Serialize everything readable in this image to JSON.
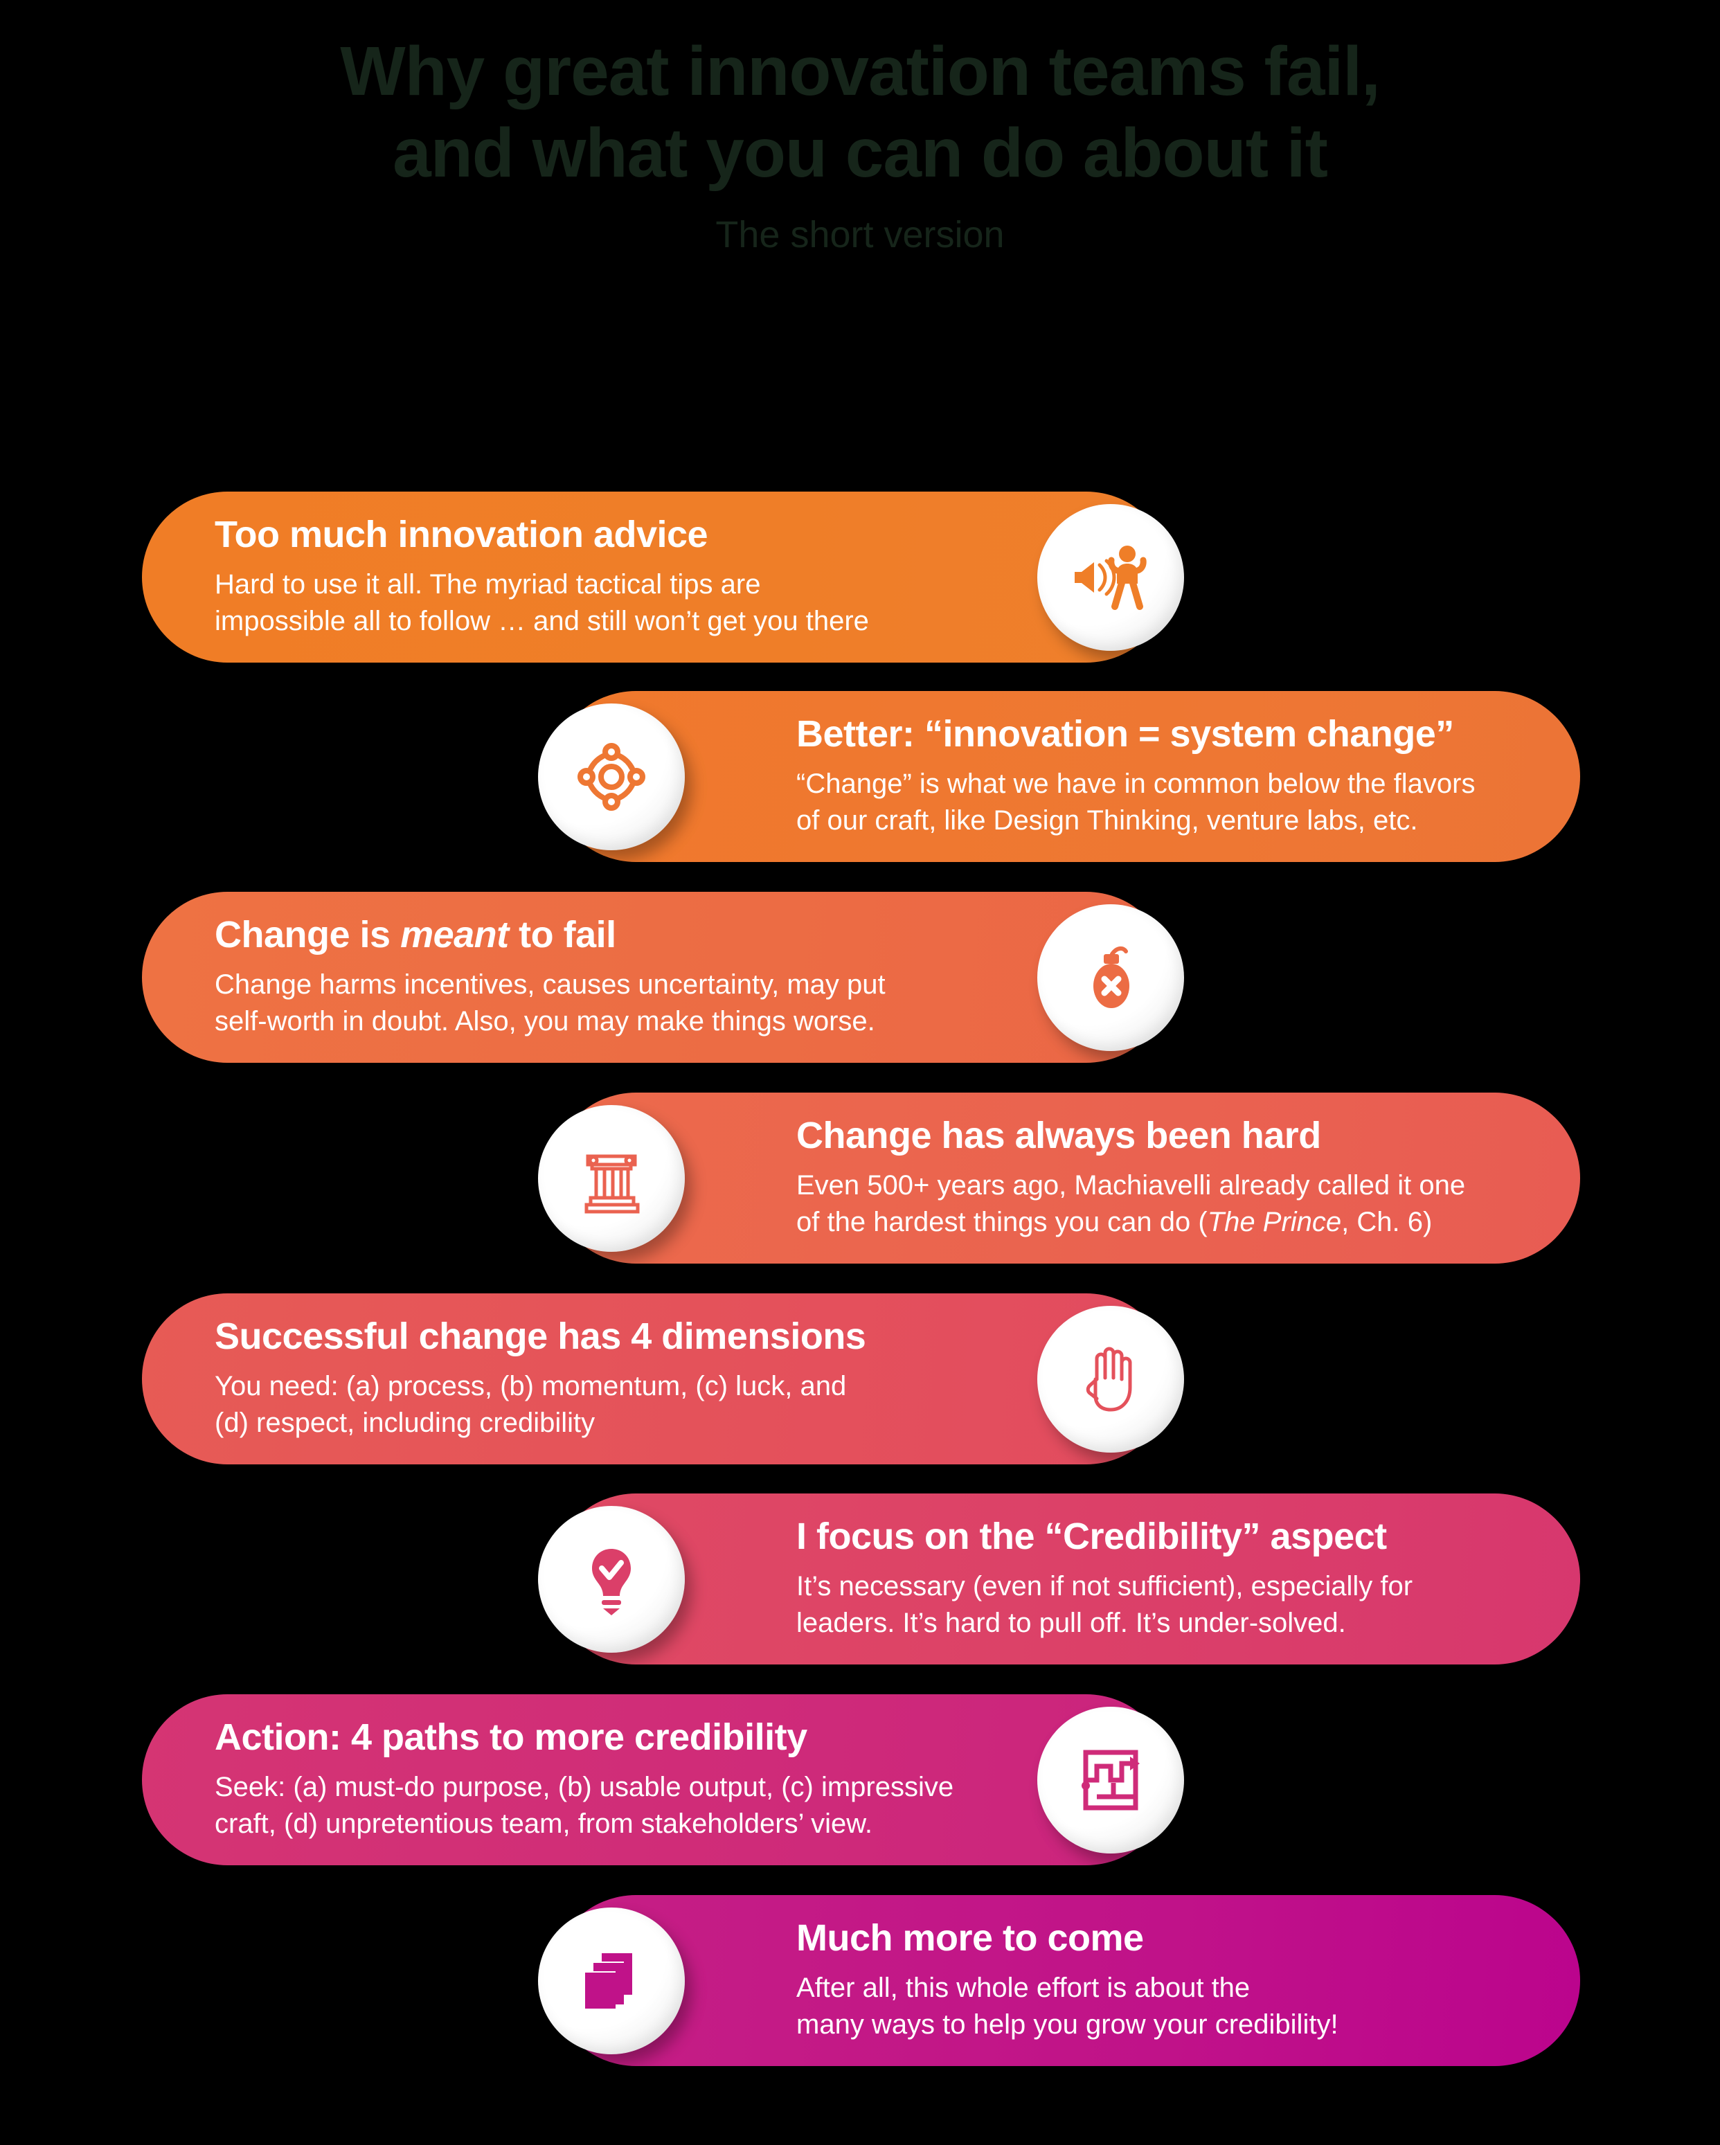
{
  "header": {
    "title": "Why great innovation teams fail,\nand what you can do about it",
    "subtitle": "The short version",
    "title_color": "#16251a",
    "background_color": "#000000"
  },
  "cards": [
    {
      "index": 1,
      "side": "left",
      "title": "Too much innovation advice",
      "body": "Hard to use it all. The myriad tactical tips are\nimpossible all to follow … and still won’t get you there",
      "icon": "megaphone-overwhelmed-person-icon",
      "color": "#ef7e28"
    },
    {
      "index": 2,
      "side": "right",
      "title": "Better: “innovation = system change”",
      "body": "“Change” is what we have in common below the flavors\nof our craft, like Design Thinking, venture labs, etc.",
      "icon": "system-network-nodes-icon",
      "color": "#ee7733"
    },
    {
      "index": 3,
      "side": "left",
      "title_html": "Change is <em>meant</em> to fail",
      "title": "Change is meant to fail",
      "body": "Change harms incentives, causes uncertainty, may put\nself-worth in doubt. Also, you may make things worse.",
      "icon": "bomb-with-x-icon",
      "color": "#ec6c44"
    },
    {
      "index": 4,
      "side": "right",
      "title": "Change has always been hard",
      "body_html": "Even 500+ years ago, Machiavelli already called it one<br>of the hardest things you can do (<i>The Prince</i>, Ch. 6)",
      "body": "Even 500+ years ago, Machiavelli already called it one\nof the hardest things you can do (The Prince, Ch. 6)",
      "icon": "greek-column-icon",
      "color": "#ea6250"
    },
    {
      "index": 5,
      "side": "left",
      "title": "Successful change has 4 dimensions",
      "body": "You need: (a) process, (b) momentum, (c) luck, and\n(d) respect, including credibility",
      "icon": "hand-four-fingers-icon",
      "color": "#e4515b"
    },
    {
      "index": 6,
      "side": "right",
      "title": "I focus on the “Credibility” aspect",
      "body": "It’s necessary (even if not sufficient), especially for\nleaders. It’s hard to pull off. It’s under-solved.",
      "icon": "lightbulb-check-icon",
      "color": "#db3f69"
    },
    {
      "index": 7,
      "side": "left",
      "title": "Action: 4 paths to more credibility",
      "body": "Seek: (a) must-do purpose, (b) usable output, (c) impressive\ncraft, (d) unpretentious team, from stakeholders’ view.",
      "icon": "maze-path-arrow-icon",
      "color": "#cf2b79"
    },
    {
      "index": 8,
      "side": "right",
      "title": "Much more to come",
      "body": "After all, this whole effort is about the\nmany ways to help you grow your credibility!",
      "icon": "stacked-cards-icon",
      "color": "#c01289"
    }
  ]
}
